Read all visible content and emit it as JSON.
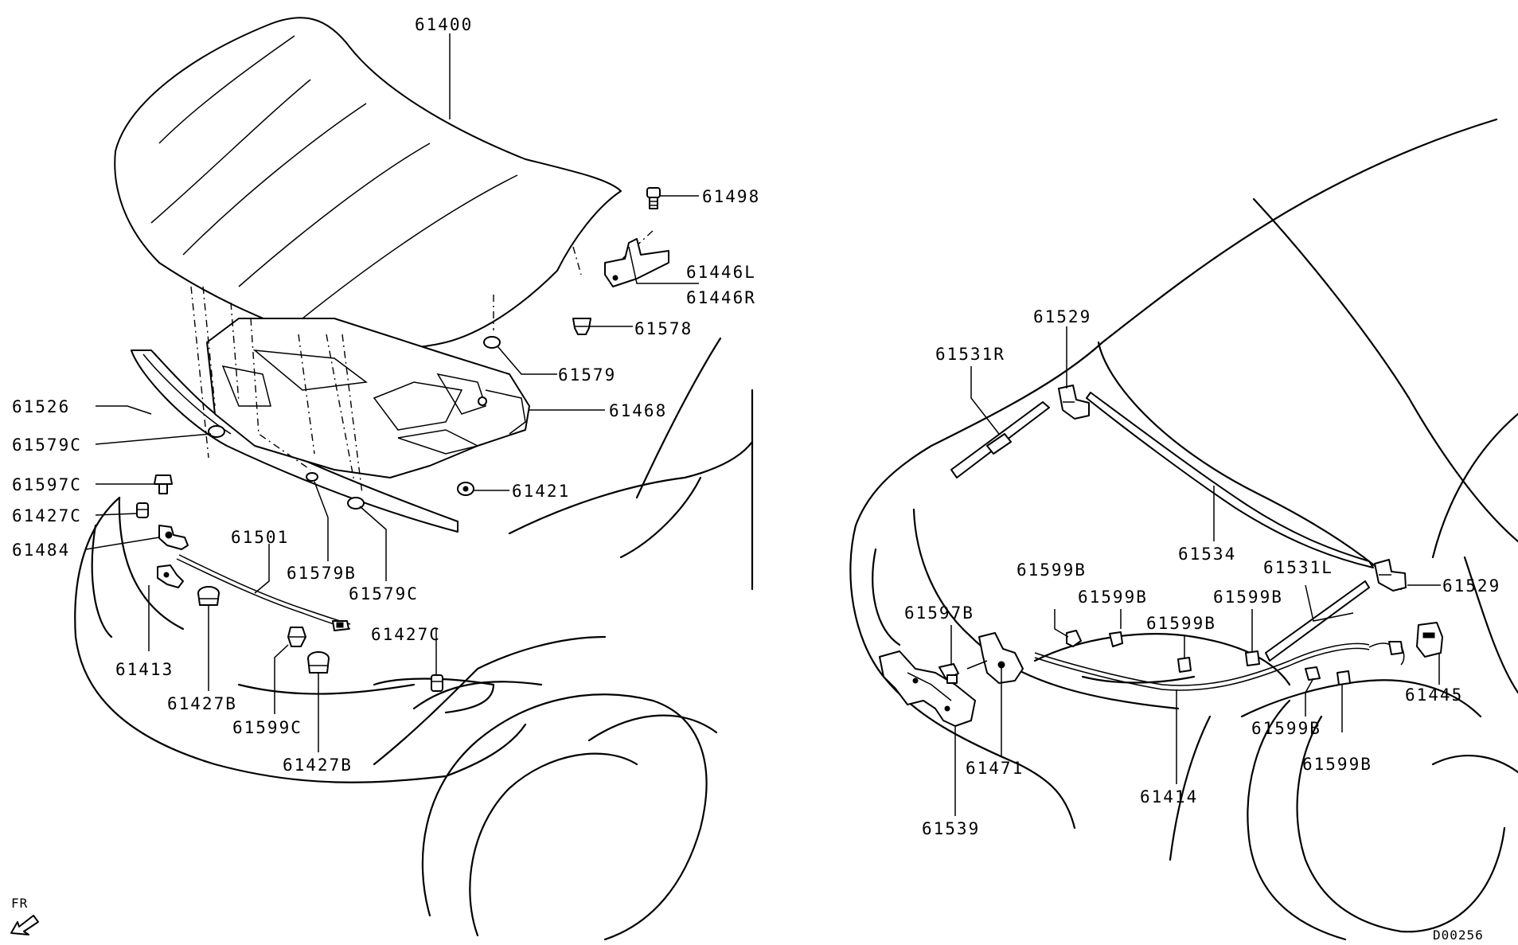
{
  "labels": {
    "p61400": "61400",
    "p61498": "61498",
    "p61446L": "61446L",
    "p61446R": "61446R",
    "p61578": "61578",
    "p61579": "61579",
    "p61468": "61468",
    "p61526": "61526",
    "p61579C_a": "61579C",
    "p61597C": "61597C",
    "p61427C_a": "61427C",
    "p61484": "61484",
    "p61421": "61421",
    "p61501": "61501",
    "p61579B": "61579B",
    "p61579C_b": "61579C",
    "p61427C_b": "61427C",
    "p61413": "61413",
    "p61427B_a": "61427B",
    "p61599C": "61599C",
    "p61427B_b": "61427B",
    "p61529_a": "61529",
    "p61531R": "61531R",
    "p61534": "61534",
    "p61599B_a": "61599B",
    "p61599B_b": "61599B",
    "p61531L": "61531L",
    "p61529_b": "61529",
    "p61597B": "61597B",
    "p61599B_c": "61599B",
    "p61599B_d": "61599B",
    "p61445": "61445",
    "p61599B_e": "61599B",
    "p61599B_f": "61599B",
    "p61471": "61471",
    "p61414": "61414",
    "p61539": "61539"
  },
  "orientation": "FR",
  "diagram_code": "D00256",
  "icons": {
    "front_arrow": "front-arrow-icon"
  }
}
